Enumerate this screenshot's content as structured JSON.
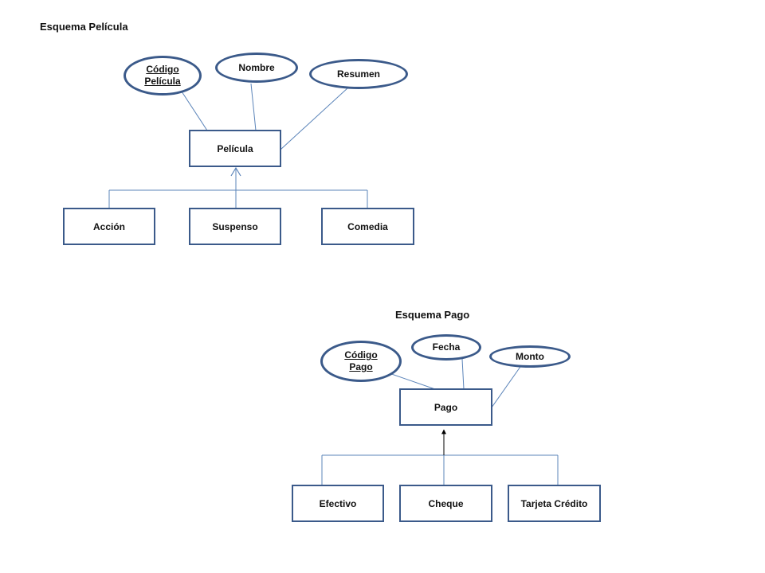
{
  "colors": {
    "box_border": "#3b5a8a",
    "connector": "#5b84b9",
    "arrow_dark": "#000000"
  },
  "pelicula_schema": {
    "heading": "Esquema Película",
    "entity": "Película",
    "attributes": {
      "key_line1": "Código",
      "key_line2": "Película",
      "nombre": "Nombre",
      "resumen": "Resumen"
    },
    "subtypes": [
      "Acción",
      "Suspenso",
      "Comedia"
    ]
  },
  "pago_schema": {
    "heading": "Esquema Pago",
    "entity": "Pago",
    "attributes": {
      "key_line1": "Código",
      "key_line2": "Pago",
      "fecha": "Fecha",
      "monto": "Monto"
    },
    "subtypes": [
      "Efectivo",
      "Cheque",
      "Tarjeta Crédito"
    ]
  }
}
